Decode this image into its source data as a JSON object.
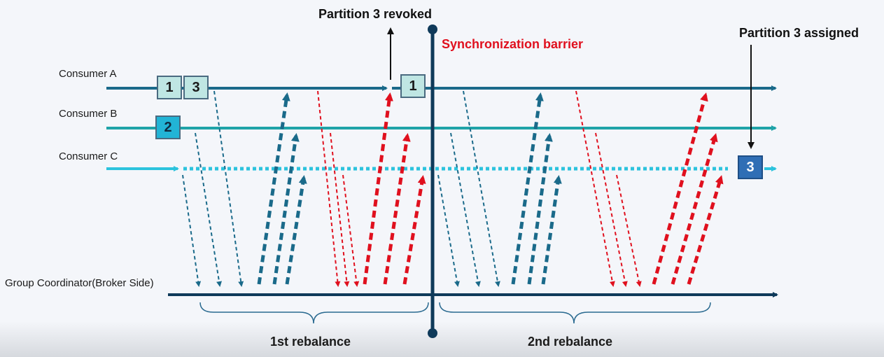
{
  "labels": {
    "consumer_a": "Consumer A",
    "consumer_b": "Consumer B",
    "consumer_c": "Consumer C",
    "coordinator": "Group Coordinator(Broker Side)",
    "revoked": "Partition 3 revoked",
    "barrier": "Synchronization barrier",
    "assigned": "Partition 3 assigned",
    "rebalance1": "1st rebalance",
    "rebalance2": "2nd rebalance"
  },
  "partitions": {
    "a_first": "1",
    "a_second": "3",
    "b": "2",
    "a_after": "1",
    "c_after": "3"
  },
  "colors": {
    "consumer_a": "#1a6a8a",
    "consumer_b": "#1fa3a8",
    "consumer_c": "#2cc3dd",
    "coordinator": "#0f3a5a",
    "barrier": "#0f3a5a",
    "request_arrow": "#1a6a8a",
    "response_arrow": "#e0101e",
    "barrier_text": "#e0101e"
  }
}
